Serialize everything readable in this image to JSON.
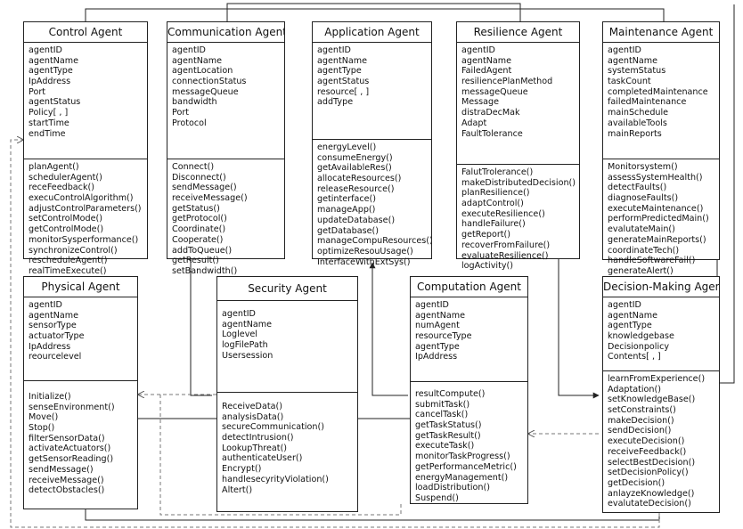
{
  "classes": [
    {
      "id": "control",
      "name": "Control Agent",
      "attributes": [
        "agentID",
        "agentName",
        "agentType",
        "IpAddress",
        "Port",
        "agentStatus",
        "Policy[ , ]",
        "startTime",
        "endTime"
      ],
      "methods": [
        "planAgent()",
        "schedulerAgent()",
        "receFeedback()",
        "execuControlAlgorithm()",
        "adjustControlParameters()",
        "setControlMode()",
        "getControlMode()",
        "monitorSysperformance()",
        "synchronizeControl()",
        "rescheduleAgent()",
        "realTimeExecute()"
      ]
    },
    {
      "id": "communication",
      "name": "Communication Agent",
      "attributes": [
        "agentID",
        "agentName",
        "agentLocation",
        "connectionStatus",
        "messageQueue",
        "bandwidth",
        "Port",
        "Protocol"
      ],
      "methods": [
        "Connect()",
        "Disconnect()",
        "sendMessage()",
        "receiveMessage()",
        "getStatus()",
        "getProtocol()",
        "Coordinate()",
        "Cooperate()",
        "addToQueue()",
        "getResult()",
        "setBandwidth()"
      ]
    },
    {
      "id": "application",
      "name": "Application Agent",
      "attributes": [
        "agentID",
        "agentName",
        "agentType",
        "agentStatus",
        "resource[ , ]",
        "addType"
      ],
      "methods": [
        "energyLevel()",
        "consumeEnergy()",
        "getAvailableRes()",
        "allocateResources()",
        "releaseResource()",
        "getinterface()",
        "manageApp()",
        "updateDatabase()",
        "getDatabase()",
        "manageCompuResources()",
        "optimizeResouUsage()",
        "InterfaceWithExtSys()"
      ]
    },
    {
      "id": "resilience",
      "name": "Resilience Agent",
      "attributes": [
        "agentID",
        "agentName",
        "FailedAgent",
        "resiliencePlanMethod",
        "messageQueue",
        "Message",
        "distraDecMak",
        "Adapt",
        "FaultTolerance"
      ],
      "methods": [
        "FalutTrolerance()",
        "makeDistributedDecision()",
        "planResilience()",
        "adaptControl()",
        "executeResilience()",
        "handleFailure()",
        "getReport()",
        "recoverFromFailure()",
        "evaluateResilience()",
        "logActivity()"
      ]
    },
    {
      "id": "maintenance",
      "name": "Maintenance Agent",
      "attributes": [
        "agentID",
        "agentName",
        "systemStatus",
        "taskCount",
        "completedMaintenance",
        "failedMaintenance",
        "mainSchedule",
        "availableTools",
        "mainReports"
      ],
      "methods": [
        "Monitorsystem()",
        "assessSystemHealth()",
        "detectFaults()",
        "diagnoseFaults()",
        "executeMaintenance()",
        "performPredictedMain()",
        "evalutateMain()",
        "generateMainReports()",
        "coordinateTech()",
        "handleSoftwareFail()",
        "generateAlert()"
      ]
    },
    {
      "id": "physical",
      "name": "Physical Agent",
      "attributes": [
        "agentID",
        "agentName",
        "sensorType",
        "actuatorType",
        "IpAddress",
        "reourcelevel"
      ],
      "methods": [
        "Initialize()",
        "senseEnvironment()",
        "Move()",
        "Stop()",
        "filterSensorData()",
        "activateActuators()",
        "getSensorReading()",
        "sendMessage()",
        "receiveMessage()",
        "detectObstacles()"
      ]
    },
    {
      "id": "security",
      "name": "Security Agent",
      "attributes": [
        "agentID",
        "agentName",
        "Loglevel",
        "logFilePath",
        "Usersession"
      ],
      "methods": [
        "ReceiveData()",
        "analysisData()",
        "secureCommunication()",
        "detectIntrusion()",
        "LookupThreat()",
        "authenticateUser()",
        "Encrypt()",
        "handlesecyrityViolation()",
        "Altert()"
      ]
    },
    {
      "id": "computation",
      "name": "Computation Agent",
      "attributes": [
        "agentID",
        "agentName",
        "numAgent",
        "resourceType",
        "agentType",
        "IpAddress"
      ],
      "methods": [
        "resultCompute()",
        "submitTask()",
        "cancelTask()",
        "getTaskStatus()",
        "getTaskResult()",
        "executeTask()",
        "monitorTaskProgress()",
        "getPerformanceMetric()",
        "energyManagement()",
        "loadDistribution()",
        "Suspend()"
      ]
    },
    {
      "id": "decision",
      "name": "Decision-Making Agent",
      "attributes": [
        "agentID",
        "agentName",
        "agentType",
        "knowledgebase",
        "Decisionpolicy",
        "Contents[ , ]"
      ],
      "methods": [
        "learnFromExperience()",
        "Adaptation()",
        "setKnowledgeBase()",
        "setConstraints()",
        "makeDecision()",
        "sendDecision()",
        "executeDecision()",
        "receiveFeedback()",
        "selectBestDecision()",
        "setDecisionPolicy()",
        "getDecision()",
        "anlayzeKnowledge()",
        "evalutateDecision()"
      ]
    }
  ]
}
